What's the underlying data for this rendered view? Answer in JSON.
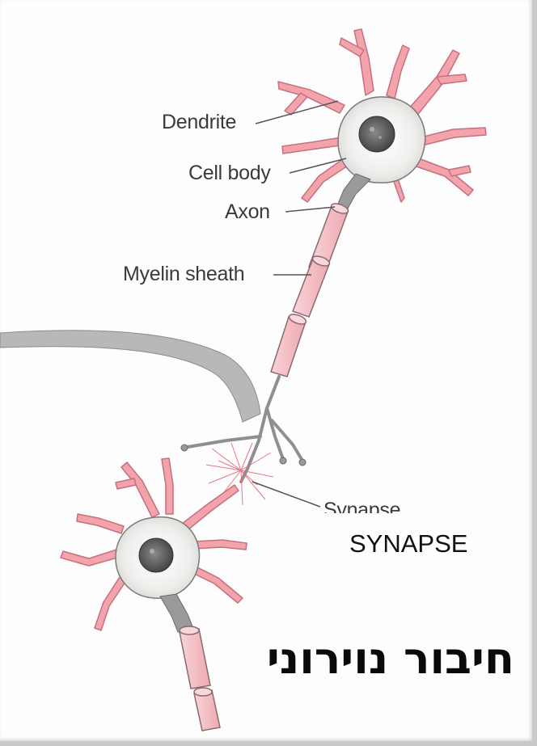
{
  "labels": {
    "dendrite": "Dendrite",
    "cell_body": "Cell body",
    "axon": "Axon",
    "myelin_sheath": "Myelin sheath",
    "synapse_small": "Synapse",
    "synapse_caption": "SYNAPSE",
    "hebrew_title": "חיבור נוירוני"
  },
  "colors": {
    "dendrite_pink": "#f2a3ab",
    "cell_body": "#f1f1ef",
    "nucleus": "#5a5a5a",
    "outline": "#6a6a6a",
    "myelin": "#f6c6cb",
    "arrow_gray": "#b5b5b5"
  }
}
